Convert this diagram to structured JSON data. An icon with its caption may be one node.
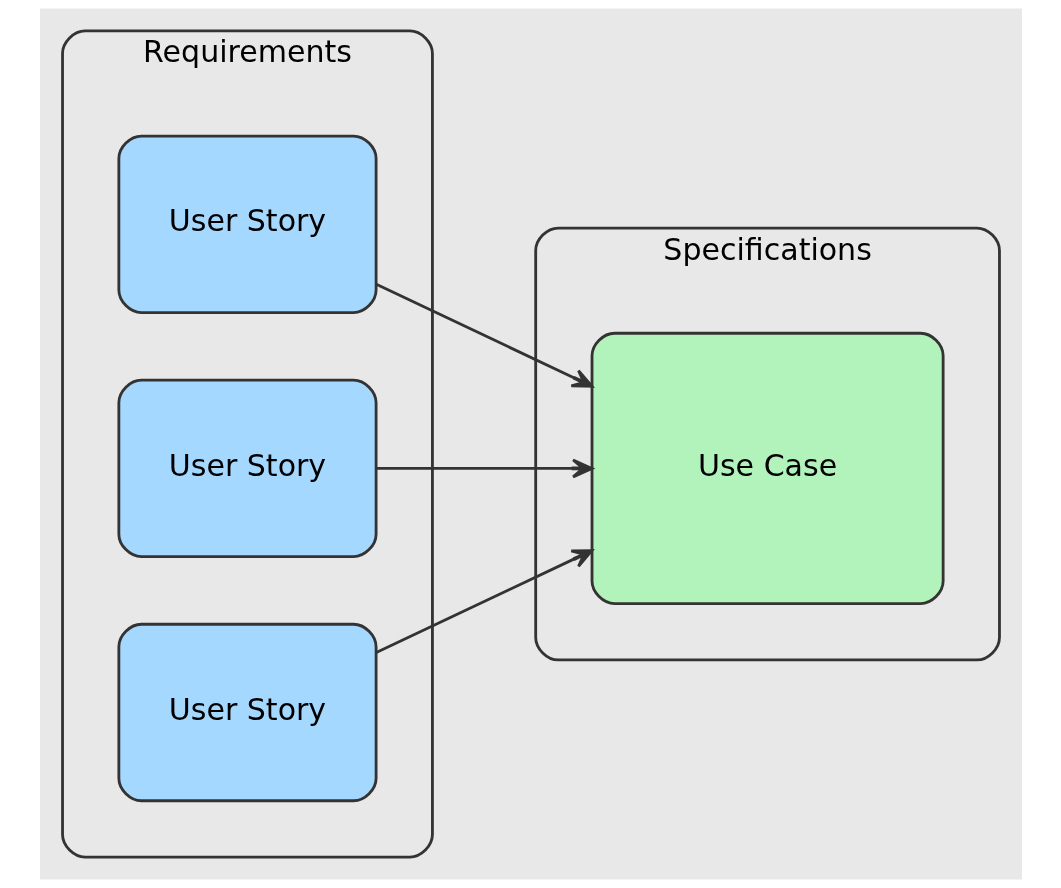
{
  "diagram": {
    "nodes": [
      {
        "text": [
          "Requirements"
        ]
      },
      {
        "text": [
          "User Story"
        ],
        "in": 0
      },
      {
        "text": [
          "User Story"
        ],
        "in": 0
      },
      {
        "text": [
          "User Story"
        ],
        "in": 0
      },
      {
        "text": [
          "Specifications"
        ]
      },
      {
        "text": [
          "Use Case"
        ],
        "in": 4
      }
    ],
    "edges": [
      {
        "from": 1,
        "to": 5,
        "arrow": "to"
      },
      {
        "from": 2,
        "to": 5,
        "arrow": "to"
      },
      {
        "from": 3,
        "to": 5,
        "arrow": "to"
      }
    ]
  }
}
